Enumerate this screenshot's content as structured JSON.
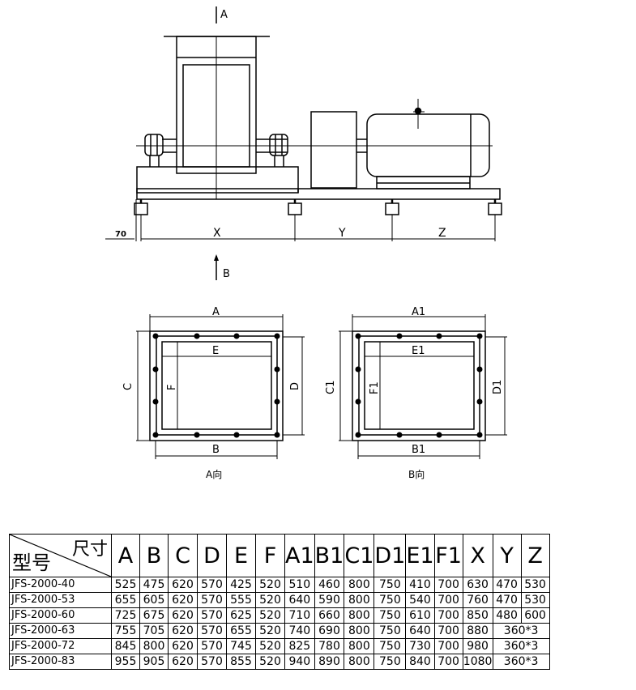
{
  "side_view": {
    "section_a_label": "A",
    "section_b_label": "B",
    "offset_label": "70",
    "dim_x_label": "X",
    "dim_y_label": "Y",
    "dim_z_label": "Z"
  },
  "view_a": {
    "caption": "A向",
    "dim_top": "A",
    "dim_bottom": "B",
    "dim_left": "C",
    "dim_right": "D",
    "dim_inner_width": "E",
    "dim_inner_height": "F"
  },
  "view_b": {
    "caption": "B向",
    "dim_top": "A1",
    "dim_bottom": "B1",
    "dim_left": "C1",
    "dim_right": "D1",
    "dim_inner_width": "E1",
    "dim_inner_height": "F1"
  },
  "table": {
    "corner_size_label": "尺寸",
    "corner_model_label": "型号",
    "columns": [
      "A",
      "B",
      "C",
      "D",
      "E",
      "F",
      "A1",
      "B1",
      "C1",
      "D1",
      "E1",
      "F1",
      "X",
      "Y",
      "Z"
    ],
    "rows": [
      {
        "model": "JFS-2000-40",
        "A": "525",
        "B": "475",
        "C": "620",
        "D": "570",
        "E": "425",
        "F": "520",
        "A1": "510",
        "B1": "460",
        "C1": "800",
        "D1": "750",
        "E1": "410",
        "F1": "700",
        "X": "630",
        "Y": "470",
        "Z": "530"
      },
      {
        "model": "JFS-2000-53",
        "A": "655",
        "B": "605",
        "C": "620",
        "D": "570",
        "E": "555",
        "F": "520",
        "A1": "640",
        "B1": "590",
        "C1": "800",
        "D1": "750",
        "E1": "540",
        "F1": "700",
        "X": "760",
        "Y": "470",
        "Z": "530"
      },
      {
        "model": "JFS-2000-60",
        "A": "725",
        "B": "675",
        "C": "620",
        "D": "570",
        "E": "625",
        "F": "520",
        "A1": "710",
        "B1": "660",
        "C1": "800",
        "D1": "750",
        "E1": "610",
        "F1": "700",
        "X": "850",
        "Y": "480",
        "Z": "600"
      },
      {
        "model": "JFS-2000-63",
        "A": "755",
        "B": "705",
        "C": "620",
        "D": "570",
        "E": "655",
        "F": "520",
        "A1": "740",
        "B1": "690",
        "C1": "800",
        "D1": "750",
        "E1": "640",
        "F1": "700",
        "X": "880",
        "YZ": "360*3"
      },
      {
        "model": "JFS-2000-72",
        "A": "845",
        "B": "800",
        "C": "620",
        "D": "570",
        "E": "745",
        "F": "520",
        "A1": "825",
        "B1": "780",
        "C1": "800",
        "D1": "750",
        "E1": "730",
        "F1": "700",
        "X": "980",
        "YZ": "360*3"
      },
      {
        "model": "JFS-2000-83",
        "A": "955",
        "B": "905",
        "C": "620",
        "D": "570",
        "E": "855",
        "F": "520",
        "A1": "940",
        "B1": "890",
        "C1": "800",
        "D1": "750",
        "E1": "840",
        "F1": "700",
        "X": "1080",
        "YZ": "360*3"
      }
    ]
  }
}
